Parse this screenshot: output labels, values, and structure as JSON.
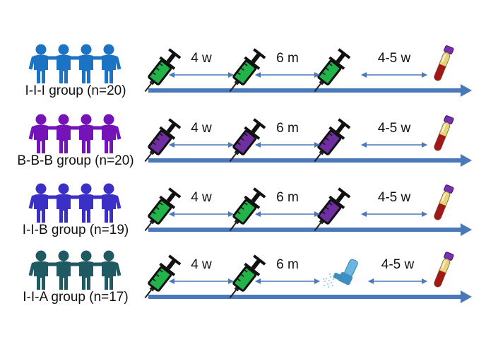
{
  "colors": {
    "timeline": "#4a78b8",
    "interval_arrow": "#4a78b8",
    "people": [
      "#1c73c4",
      "#7414b8",
      "#3b2fc6",
      "#1f5a62"
    ],
    "vaccine_green": "#22b34a",
    "vaccine_purple": "#6f2fa0",
    "inhaler": "#6ab6e2"
  },
  "groups": [
    {
      "label": "I-I-I group  (n=20)",
      "steps": [
        "vaccine-green",
        "vaccine-green",
        "vaccine-green"
      ],
      "intervals": [
        "4 w",
        "6 m",
        "4-5 w"
      ]
    },
    {
      "label": "B-B-B group  (n=20)",
      "steps": [
        "vaccine-purple",
        "vaccine-purple",
        "vaccine-purple"
      ],
      "intervals": [
        "4 w",
        "6 m",
        "4-5 w"
      ]
    },
    {
      "label": "I-I-B group  (n=19)",
      "steps": [
        "vaccine-green",
        "vaccine-green",
        "vaccine-purple"
      ],
      "intervals": [
        "4 w",
        "6 m",
        "4-5 w"
      ]
    },
    {
      "label": "I-I-A group  (n=17)",
      "steps": [
        "vaccine-green",
        "vaccine-green",
        "inhaler"
      ],
      "intervals": [
        "4 w",
        "6 m",
        "4-5 w"
      ]
    }
  ],
  "icons": {
    "people": "people-group-icon",
    "vaccine": "syringe-icon",
    "inhaler": "inhaler-icon",
    "blood_sample": "blood-tube-icon"
  }
}
